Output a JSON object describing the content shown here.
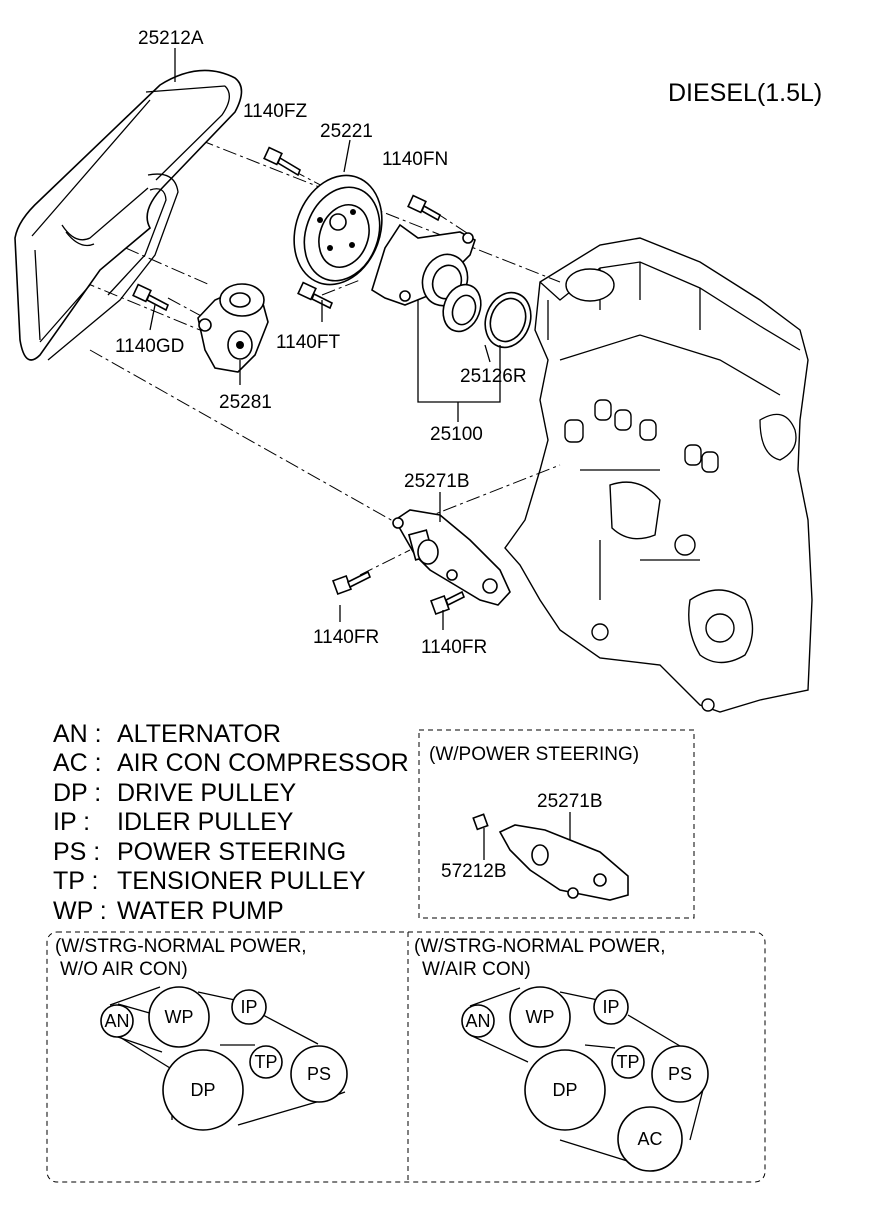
{
  "engine_label": "DIESEL(1.5L)",
  "part_labels": [
    {
      "id": "belt",
      "text": "25212A"
    },
    {
      "id": "bolt-fz",
      "text": "1140FZ"
    },
    {
      "id": "pulley",
      "text": "25221"
    },
    {
      "id": "bolt-fn",
      "text": "1140FN"
    },
    {
      "id": "bolt-gd",
      "text": "1140GD"
    },
    {
      "id": "bolt-ft",
      "text": "1140FT"
    },
    {
      "id": "gasket",
      "text": "25126R"
    },
    {
      "id": "tensioner",
      "text": "25281"
    },
    {
      "id": "water-pump-assy",
      "text": "25100"
    },
    {
      "id": "bracket",
      "text": "25271B"
    },
    {
      "id": "bolt-fr-1",
      "text": "1140FR"
    },
    {
      "id": "bolt-fr-2",
      "text": "1140FR"
    }
  ],
  "legend": [
    {
      "abbr": "AN :",
      "desc": "ALTERNATOR"
    },
    {
      "abbr": "AC :",
      "desc": "AIR CON COMPRESSOR"
    },
    {
      "abbr": "DP :",
      "desc": "DRIVE PULLEY"
    },
    {
      "abbr": "IP  :",
      "desc": "IDLER PULLEY"
    },
    {
      "abbr": "PS :",
      "desc": "POWER STEERING"
    },
    {
      "abbr": "TP :",
      "desc": "TENSIONER PULLEY"
    },
    {
      "abbr": "WP :",
      "desc": "WATER PUMP"
    }
  ],
  "power_steering_box": {
    "title": "(W/POWER STEERING)",
    "bracket_label": "25271B",
    "bolt_label": "57212B"
  },
  "layout_left": {
    "title_line1": "(W/STRG-NORMAL POWER,",
    "title_line2": "W/O AIR CON)",
    "pulleys": [
      "AN",
      "WP",
      "IP",
      "TP",
      "DP",
      "PS"
    ]
  },
  "layout_right": {
    "title_line1": "(W/STRG-NORMAL POWER,",
    "title_line2": "W/AIR CON)",
    "pulleys": [
      "AN",
      "WP",
      "IP",
      "TP",
      "DP",
      "PS",
      "AC"
    ]
  }
}
